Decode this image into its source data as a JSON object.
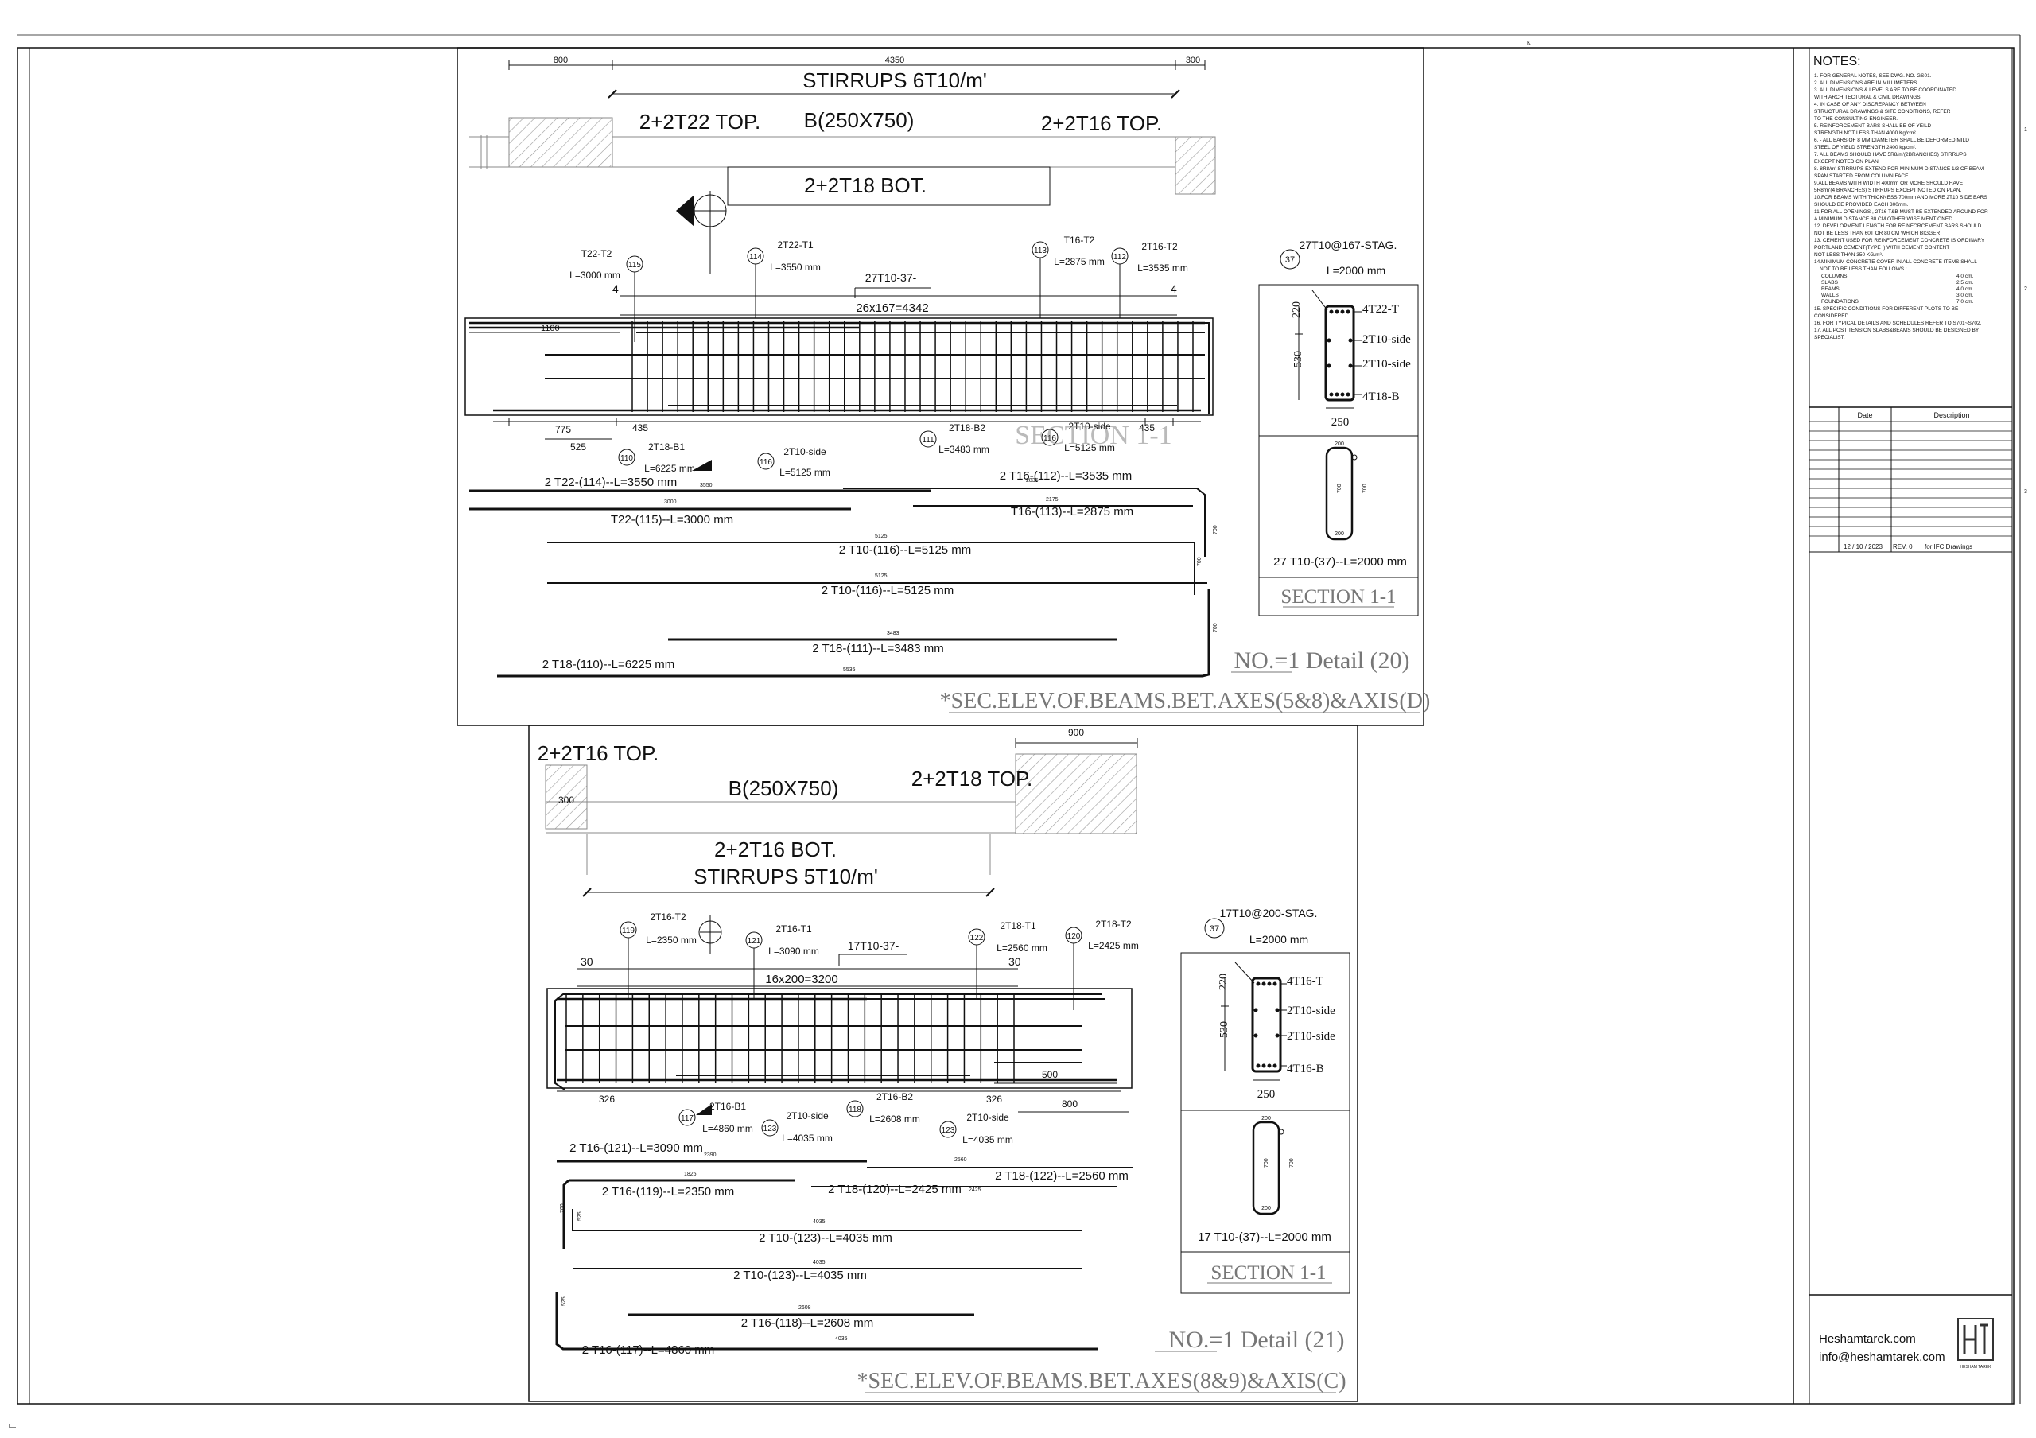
{
  "detail20": {
    "dims_top": [
      "800",
      "4350",
      "300"
    ],
    "stirrups": "STIRRUPS 6T10/m'",
    "top_left": "2+2T22 TOP.",
    "beam": "B(250X750)",
    "top_right": "2+2T16 TOP.",
    "bottom": "2+2T18 BOT.",
    "spacing_label": "27T10-37-",
    "spacing_dim": "26x167=4342",
    "bar_labels": [
      {
        "num": "115",
        "name": "T22-T2",
        "len": "L=3000 mm"
      },
      {
        "num": "114",
        "name": "2T22-T1",
        "len": "L=3550 mm"
      },
      {
        "num": "113",
        "name": "T16-T2",
        "len": "L=2875 mm"
      },
      {
        "num": "112",
        "name": "2T16-T2",
        "len": "L=3535 mm"
      },
      {
        "num": "110",
        "name": "2T18-B1",
        "len": "L=6225 mm"
      },
      {
        "num": "116",
        "name": "2T10-side",
        "len": "L=5125 mm"
      },
      {
        "num": "111",
        "name": "2T18-B2",
        "len": "L=3483 mm"
      },
      {
        "num": "116",
        "name": "2T10-side",
        "len": "L=5125 mm"
      }
    ],
    "small_dims": [
      "4",
      "4",
      "1100",
      "775",
      "435",
      "525",
      "435"
    ],
    "schedule": [
      "2 T22-(114)--L=3550 mm",
      "T22-(115)--L=3000 mm",
      "T16-(113)--L=2875 mm",
      "2 T16-(112)--L=3535 mm",
      "2 T10-(116)--L=5125 mm",
      "2 T10-(116)--L=5125 mm",
      "2 T18-(111)--L=3483 mm",
      "2 T18-(110)--L=6225 mm"
    ],
    "schedule_small": [
      "3550",
      "3000",
      "2835",
      "2175",
      "5125",
      "5125",
      "3483",
      "5535",
      "700",
      "700",
      "700"
    ],
    "section_header": "27T10@167-STAG.",
    "section_len": "L=2000 mm",
    "section_num": "37",
    "section_bars": [
      "4T22-T",
      "2T10-side",
      "2T10-side",
      "4T18-B"
    ],
    "section_dims": [
      "220",
      "530",
      "250"
    ],
    "stirrup_dims": [
      "200",
      "700",
      "700",
      "200"
    ],
    "stirrup_label": "27 T10-(37)--L=2000 mm",
    "section_title": "SECTION 1-1",
    "overlay_text": "SECTION 1-1",
    "detail_no": "NO.=1 Detail (20)",
    "caption": "*SEC.ELEV.OF.BEAMS.BET.AXES(5&8)&AXIS(D)"
  },
  "detail21": {
    "dims_top": [
      "900",
      "300"
    ],
    "top_left": "2+2T16 TOP.",
    "beam": "B(250X750)",
    "top_right": "2+2T18 TOP.",
    "bottom": "2+2T16 BOT.",
    "stirrups": "STIRRUPS 5T10/m'",
    "spacing_label": "17T10-37-",
    "spacing_dim": "16x200=3200",
    "bar_labels": [
      {
        "num": "119",
        "name": "2T16-T2",
        "len": "L=2350 mm"
      },
      {
        "num": "121",
        "name": "2T16-T1",
        "len": "L=3090 mm"
      },
      {
        "num": "122",
        "name": "2T18-T1",
        "len": "L=2560 mm"
      },
      {
        "num": "120",
        "name": "2T18-T2",
        "len": "L=2425 mm"
      },
      {
        "num": "117",
        "name": "2T16-B1",
        "len": "L=4860 mm"
      },
      {
        "num": "123",
        "name": "2T10-side",
        "len": "L=4035 mm"
      },
      {
        "num": "118",
        "name": "2T16-B2",
        "len": "L=2608 mm"
      },
      {
        "num": "123",
        "name": "2T10-side",
        "len": "L=4035 mm"
      }
    ],
    "small_dims": [
      "30",
      "30",
      "326",
      "326",
      "500",
      "800"
    ],
    "schedule": [
      "2 T16-(121)--L=3090 mm",
      "2 T16-(119)--L=2350 mm",
      "2 T18-(120)--L=2425 mm",
      "2 T18-(122)--L=2560 mm",
      "2 T10-(123)--L=4035 mm",
      "2 T10-(123)--L=4035 mm",
      "2 T16-(118)--L=2608 mm",
      "2 T16-(117)--L=4860 mm"
    ],
    "schedule_small": [
      "2390",
      "2560",
      "1825",
      "2425",
      "4035",
      "4035",
      "2608",
      "4035",
      "700",
      "525",
      "525"
    ],
    "section_header": "17T10@200-STAG.",
    "section_len": "L=2000 mm",
    "section_num": "37",
    "section_bars": [
      "4T16-T",
      "2T10-side",
      "2T10-side",
      "4T16-B"
    ],
    "section_dims": [
      "220",
      "530",
      "250"
    ],
    "stirrup_dims": [
      "200",
      "700",
      "700",
      "200"
    ],
    "stirrup_label": "17 T10-(37)--L=2000 mm",
    "section_title": "SECTION 1-1",
    "detail_no": "NO.=1 Detail (21)",
    "caption": "*SEC.ELEV.OF.BEAMS.BET.AXES(8&9)&AXIS(C)"
  },
  "notes": {
    "title": "NOTES:",
    "lines": [
      "1. FOR GENERAL NOTES, SEE DWG. NO. GS01.",
      "2. ALL DIMENSIONS ARE IN MILLIMETERS.",
      "3. ALL DIMENSIONS & LEVELS ARE TO BE COORDINATED",
      "WITH ARCHITECTURAL & CIVIL DRAWINGS.",
      "4. IN CASE OF ANY DISCREPANCY BETWEEN",
      "STRUCTURAL DRAWINGS & SITE CONDITIONS, REFER",
      "TO THE CONSULTING ENGINEER.",
      "5. REINFORCEMENT BARS SHALL BE OF YEILD",
      "STRENGTH NOT LESS THAN 4000 Kg/cm².",
      "6. - ALL BARS OF 8 MM DIAMETER SHALL BE DEFORMED MILD",
      "STEEL OF YIELD STRENGTH 2400 kg/cm².",
      "7. ALL BEAMS SHOULD HAVE 5R8/m'(2BRANCHES) STIRRUPS",
      "EXCEPT NOTED ON PLAN.",
      "8. 8R8/m' STIRRUPS EXTEND FOR MINIMUM DISTANCE 1/3 OF BEAM",
      "SPAN STARTED FROM COLUMN FACE.",
      "9.ALL BEAMS WITH WIDTH 400mm OR MORE SHOULD HAVE",
      "5R8/m'(4 BRANCHES) STIRRUPS EXCEPT NOTED ON PLAN.",
      "10.FOR BEAMS WITH THICKNESS 700mm AND MORE 2T10 SIDE BARS",
      "SHOULD BE PROVIDED EACH 300mm.",
      "11.FOR ALL OPENINGS , 2T16 T&B MUST BE EXTENDED AROUND FOR",
      "A MINIMUM DISTANCE 80 CM OTHER WISE MENTIONED.",
      "12. DEVELOPMENT LENGTH FOR REINFORCEMENT BARS SHOULD",
      "NOT BE LESS THAN 60T OR 80 CM WHICH BIGGER",
      "13. CEMENT USED FOR REINFORCEMENT CONCRETE IS ORDINARY",
      "PORTLAND CEMENT(TYPE I) WITH CEMENT CONTENT",
      "NOT LESS THAN 350 KG/m³.",
      "14.MINIMUM CONCRETE COVER IN ALL CONCRETE ITEMS SHALL",
      "NOT TO BE LESS THAN FOLLOWS :"
    ],
    "cover": [
      {
        "item": "COLUMNS",
        "val": "4.0 cm."
      },
      {
        "item": "SLABS",
        "val": "2.5 cm."
      },
      {
        "item": "BEAMS",
        "val": "4.0 cm."
      },
      {
        "item": "WALLS",
        "val": "3.0 cm."
      },
      {
        "item": "FOUNDATIONS",
        "val": "7.0 cm."
      }
    ],
    "lines2": [
      "15. SPECIFIC CONDITIONS FOR DIFFERENT PLOTS TO BE",
      "CONSIDERED.",
      "16. FOR TYPICAL DETAILS AND SCHEDULES REFER TO S701~S702.",
      "17. ALL POST TENSION SLABS&BEAMS SHOULD BE DESIGNED BY",
      "SPECIALIST."
    ]
  },
  "revision": {
    "headers": [
      "Date",
      "Description"
    ],
    "date": "12 / 10 / 2023",
    "rev": "REV.  0",
    "desc": "for IFC Drawings"
  },
  "title_block": {
    "site": "Heshamtarek.com",
    "email": "info@heshamtarek.com",
    "logo_caption": "HESHAM TAREK"
  },
  "border_marks": [
    "K",
    "1",
    "2",
    "3"
  ]
}
